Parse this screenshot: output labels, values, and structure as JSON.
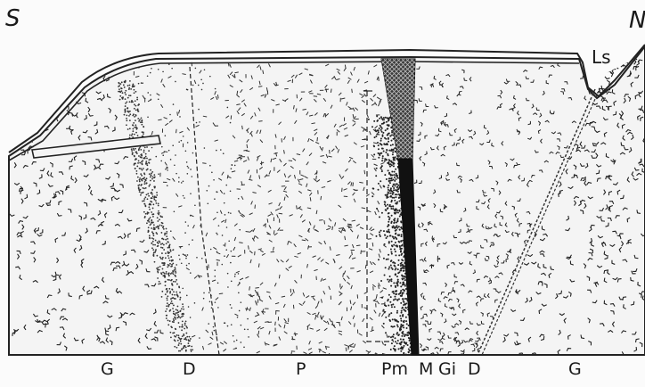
{
  "corner_labels": {
    "left": "S",
    "right": "N"
  },
  "inline_labels": {
    "ls": "Ls"
  },
  "bottom_labels": [
    "G",
    "D",
    "P",
    "Pm",
    "M",
    "Gi",
    "D",
    "G"
  ]
}
